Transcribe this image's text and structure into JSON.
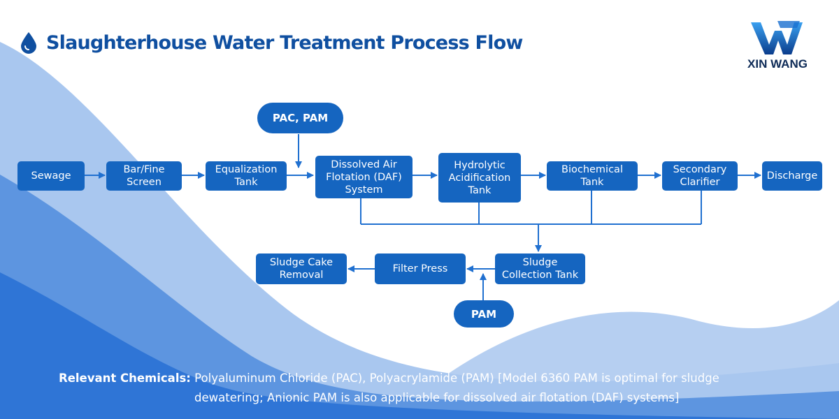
{
  "title": "Slaughterhouse Water Treatment Process Flow",
  "logo": {
    "text": "XIN WANG"
  },
  "nodes": {
    "sewage": "Sewage",
    "bar_screen": "Bar/Fine\nScreen",
    "equalization": "Equalization\nTank",
    "daf": "Dissolved Air\nFlotation (DAF)\nSystem",
    "hydrolytic": "Hydrolytic\nAcidification\nTank",
    "biochemical": "Biochemical\nTank",
    "secondary": "Secondary\nClarifier",
    "discharge": "Discharge",
    "pac_pam": "PAC, PAM",
    "sludge_collection": "Sludge\nCollection Tank",
    "filter_press": "Filter Press",
    "sludge_cake": "Sludge Cake\nRemoval",
    "pam": "PAM"
  },
  "footer": {
    "label": "Relevant Chemicals:",
    "line1": " Polyaluminum Chloride (PAC), Polyacrylamide (PAM) [Model 6360 PAM is optimal for sludge",
    "line2": "dewatering; Anionic PAM is also applicable for dissolved air flotation (DAF) systems]"
  },
  "colors": {
    "box": "#1565c0",
    "title": "#0f4fa0",
    "arrow": "#2070d0",
    "wave_light": "#a9c7ef",
    "wave_mid": "#5d95e0",
    "wave_dark": "#2f75d6"
  }
}
